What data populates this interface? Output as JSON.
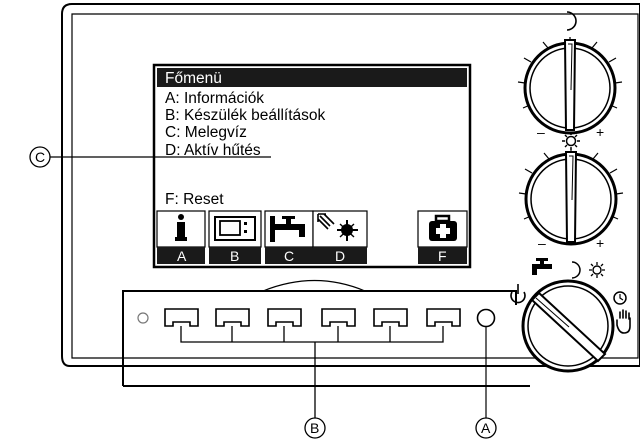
{
  "display": {
    "title": "Főmenü",
    "menu_items": [
      "A: Információk",
      "B: Készülék beállítások",
      "C: Melegvíz",
      "D: Aktív hűtés"
    ],
    "reset_item": "F: Reset",
    "soft_keys": [
      {
        "letter": "A",
        "icon": "info-icon"
      },
      {
        "letter": "B",
        "icon": "device-settings-icon"
      },
      {
        "letter": "C",
        "icon": "hot-water-tap-icon"
      },
      {
        "letter": "D",
        "icon": "active-cooling-icon"
      },
      {
        "letter": "F",
        "icon": "first-aid-case-icon"
      }
    ]
  },
  "knobs": {
    "top": {
      "icon": "moon-icon",
      "minus": "–",
      "plus": "+"
    },
    "middle": {
      "icon": "sun-icon",
      "minus": "–",
      "plus": "+"
    },
    "mode": {
      "icons": [
        "power-icon",
        "tap-icon",
        "moon-icon",
        "sun-icon",
        "clock-icon",
        "hand-icon"
      ]
    }
  },
  "callouts": {
    "display": "C",
    "buttons": "B",
    "round_button": "A"
  }
}
